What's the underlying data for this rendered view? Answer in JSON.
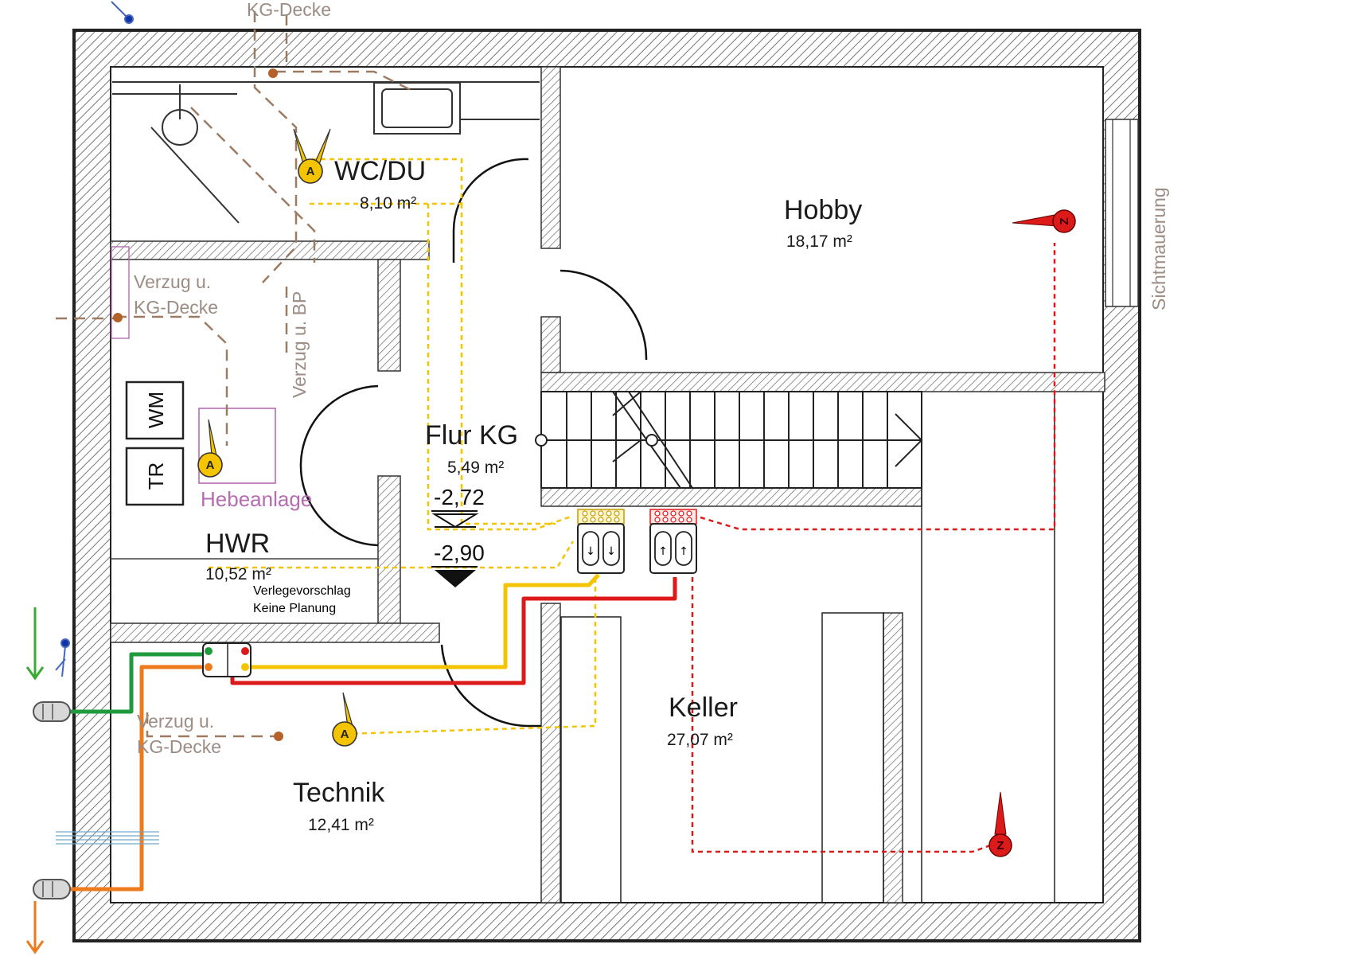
{
  "rooms": {
    "wc": {
      "name": "WC/DU",
      "area": "8,10 m²"
    },
    "hobby": {
      "name": "Hobby",
      "area": "18,17 m²"
    },
    "flur": {
      "name": "Flur KG",
      "area": "5,49 m²"
    },
    "hwr": {
      "name": "HWR",
      "area": "10,52 m²"
    },
    "keller": {
      "name": "Keller",
      "area": "27,07 m²"
    },
    "technik": {
      "name": "Technik",
      "area": "12,41 m²"
    }
  },
  "annotations": {
    "kg_decke_top": "KG-Decke",
    "verzug_1": "Verzug u.",
    "kg_decke_1": "KG-Decke",
    "verzug_bp": "Verzug u. BP",
    "verzug_2": "Verzug u.",
    "kg_decke_2": "KG-Decke",
    "hebeanlage": "Hebeanlage",
    "side_text": "Sichtmauerung"
  },
  "fixtures": {
    "wm": "WM",
    "tr": "TR"
  },
  "levels": {
    "upper": "-2,72",
    "lower": "-2,90"
  },
  "note": {
    "line1": "Verlegevorschlag",
    "line2": "Keine Planung"
  },
  "markers": {
    "abluft": "A",
    "zuluft": "Z"
  },
  "colors": {
    "wall_hatch": "#555555",
    "abluft": "#f5c400",
    "zuluft": "#dd1a1a",
    "outside_air": "#1f9a3c",
    "exhaust_air": "#ee7a1e",
    "existing_drain": "#9c7b62",
    "hebeanlage": "#b56cb0"
  }
}
